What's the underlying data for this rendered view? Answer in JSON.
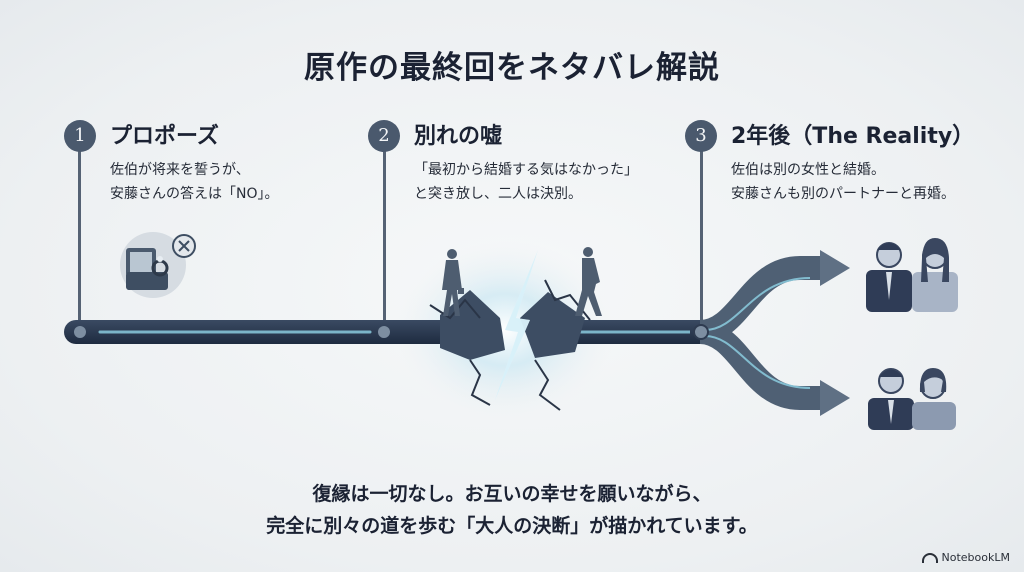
{
  "title": "原作の最終回をネタバレ解説",
  "steps": [
    {
      "number": "1",
      "title": "プロポーズ",
      "desc_line1": "佐伯が将来を誓うが、",
      "desc_line2": "安藤さんの答えは「NO」。",
      "icon": "ring-box-rejected-icon"
    },
    {
      "number": "2",
      "title": "別れの嘘",
      "desc_line1": "「最初から結婚する気はなかった」",
      "desc_line2": "と突き放し、二人は決別。",
      "icon": "broken-path-icon"
    },
    {
      "number": "3",
      "title": "2年後（The Reality）",
      "desc_line1": "佐伯は別の女性と結婚。",
      "desc_line2": "安藤さんも別のパートナーと再婚。",
      "icon": "diverging-paths-icon"
    }
  ],
  "summary": {
    "line1": "復縁は一切なし。お互いの幸せを願いながら、",
    "line2": "完全に別々の道を歩む「大人の決断」が描かれています。"
  },
  "brand": "NotebookLM",
  "colors": {
    "timeline": "#26344a",
    "accent": "#8fd3e6",
    "badge": "#4a596d",
    "arrow": "#56677a"
  }
}
